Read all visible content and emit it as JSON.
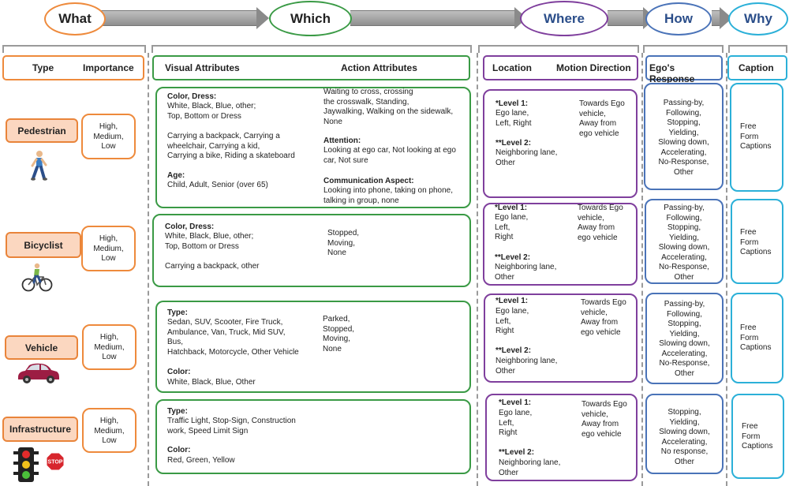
{
  "stages": {
    "what": "What",
    "which": "Which",
    "where": "Where",
    "how": "How",
    "why": "Why"
  },
  "colors": {
    "what": "#ee8a3c",
    "which": "#3a9a45",
    "where": "#7f3f9d",
    "how": "#4a73b8",
    "why": "#2bb0d8",
    "pill_fill": "#fbd7c0"
  },
  "headers": {
    "type": "Type",
    "importance": "Importance",
    "visual": "Visual Attributes",
    "action": "Action Attributes",
    "location": "Location",
    "motion": "Motion Direction",
    "response": "Ego's Response",
    "caption": "Caption"
  },
  "rows": {
    "pedestrian": {
      "type": "Pedestrian",
      "importance": "High,\nMedium,\nLow",
      "visual": {
        "color_title": "Color, Dress:",
        "color_text": "White, Black, Blue, other;\nTop, Bottom or Dress",
        "carry_text": "Carrying a backpack, Carrying a\n wheelchair, Carrying a kid,\nCarrying a bike, Riding a skateboard",
        "age_title": "Age:",
        "age_text": "Child, Adult, Senior (over 65)"
      },
      "action": {
        "text1": "Waiting to cross, crossing\nthe crosswalk, Standing,\nJaywalking, Walking on the sidewalk,\nNone",
        "attention_title": "Attention:",
        "attention_text": "Looking at ego car, Not looking at ego\ncar, Not sure",
        "comm_title": "Communication Aspect:",
        "comm_text": "Looking into phone, taking on phone,\ntalking in group, none"
      },
      "location": {
        "l1_title": "*Level 1:",
        "l1_text": "Ego lane,\nLeft, Right",
        "l2_title": "**Level 2:",
        "l2_text": "Neighboring lane,\nOther",
        "motion": "Towards Ego\nvehicle,\nAway from\nego vehicle"
      },
      "response": "Passing-by,\nFollowing,\nStopping,\nYielding,\nSlowing down,\nAccelerating,\nNo-Response,\nOther",
      "caption": "Free\nForm\nCaptions"
    },
    "bicyclist": {
      "type": "Bicyclist",
      "importance": "High,\nMedium,\nLow",
      "visual": {
        "color_title": "Color, Dress:",
        "color_text": "White, Black, Blue, other;\nTop, Bottom or Dress",
        "carry_text": "Carrying a backpack, other"
      },
      "action": {
        "text1": "Stopped,\nMoving,\nNone"
      },
      "location": {
        "l1_title": "*Level 1:",
        "l1_text": "Ego lane,\nLeft,\nRight",
        "l2_title": "**Level 2:",
        "l2_text": "Neighboring lane,\nOther",
        "motion": "Towards Ego\nvehicle,\nAway from\nego vehicle"
      },
      "response": "Passing-by,\nFollowing,\nStopping,\nYielding,\nSlowing down,\nAccelerating,\nNo-Response,\nOther",
      "caption": "Free\nForm\nCaptions"
    },
    "vehicle": {
      "type": "Vehicle",
      "importance": "High,\nMedium,\nLow",
      "visual": {
        "type_title": "Type:",
        "type_text": "Sedan, SUV, Scooter, Fire Truck,\nAmbulance, Van, Truck, Mid SUV,\nBus,\nHatchback, Motorcycle, Other Vehicle",
        "color_title": "Color:",
        "color_text": "White, Black, Blue, Other"
      },
      "action": {
        "text1": "Parked,\nStopped,\nMoving,\nNone"
      },
      "location": {
        "l1_title": "*Level 1:",
        "l1_text": "Ego lane,\nLeft,\nRight",
        "l2_title": "**Level 2:",
        "l2_text": "Neighboring lane,\nOther",
        "motion": "Towards Ego\nvehicle,\nAway from\nego vehicle"
      },
      "response": "Passing-by,\nFollowing,\nStopping,\nYielding,\nSlowing down,\nAccelerating,\nNo-Response,\nOther",
      "caption": "Free\nForm\nCaptions"
    },
    "infrastructure": {
      "type": "Infrastructure",
      "importance": "High,\nMedium,\nLow",
      "visual": {
        "type_title": "Type:",
        "type_text": "Traffic Light, Stop-Sign, Construction\nwork, Speed Limit Sign",
        "color_title": "Color:",
        "color_text": "Red, Green, Yellow"
      },
      "location": {
        "l1_title": "*Level 1:",
        "l1_text": "Ego lane,\nLeft,\nRight",
        "l2_title": "**Level 2:",
        "l2_text": "Neighboring lane,\nOther",
        "motion": "Towards Ego\nvehicle,\nAway from\nego vehicle"
      },
      "response": "Stopping,\nYielding,\nSlowing down,\nAccelerating,\nNo response,\nOther",
      "caption": "Free\nForm\nCaptions",
      "stop_sign": "STOP"
    }
  }
}
